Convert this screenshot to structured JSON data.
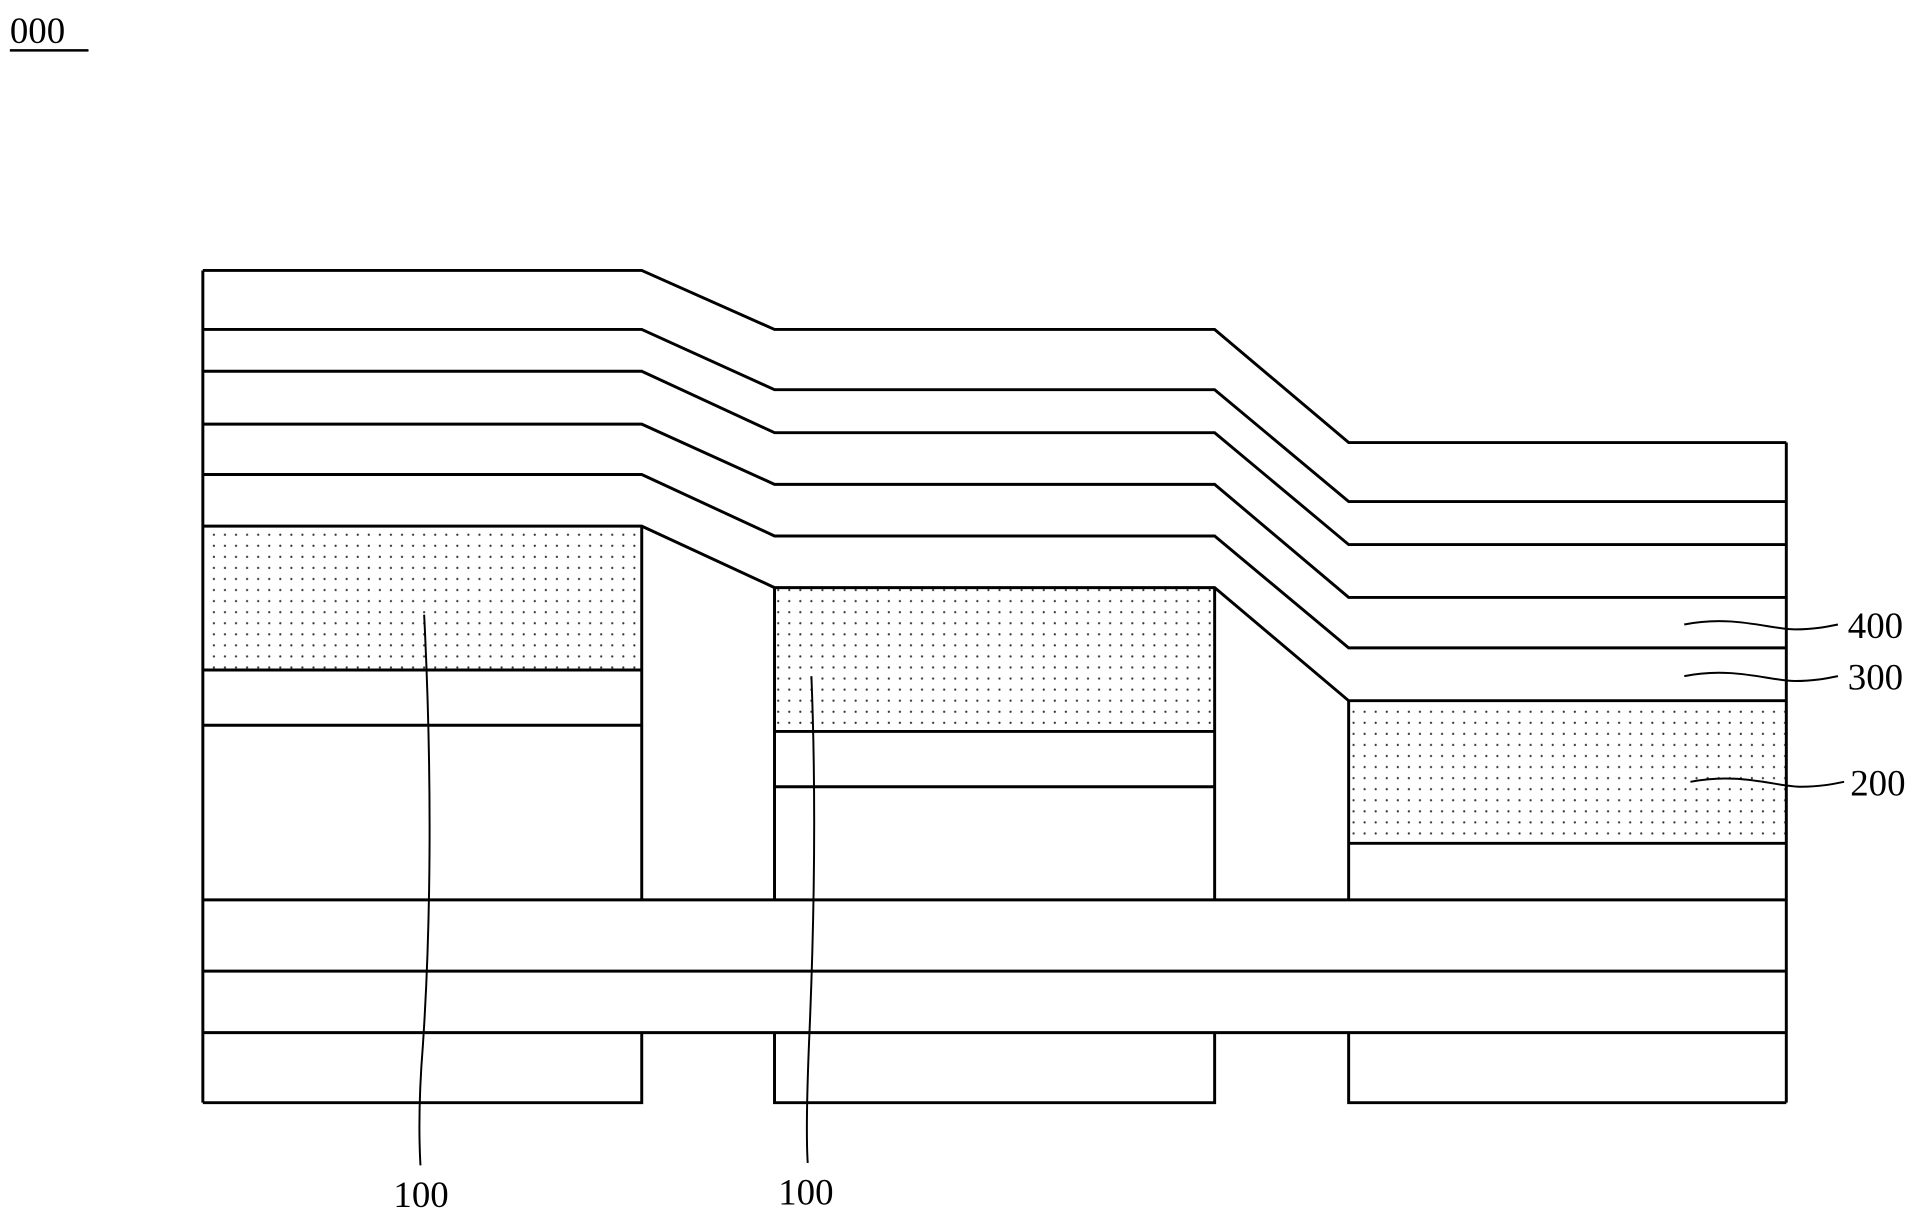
{
  "figure": {
    "title": "000",
    "labels": {
      "substrate_left": "100",
      "substrate_middle": "100",
      "layer_400": "400",
      "layer_300": "300",
      "layer_200": "200"
    },
    "fill_pattern": "dotted",
    "line_color": "#000000"
  }
}
